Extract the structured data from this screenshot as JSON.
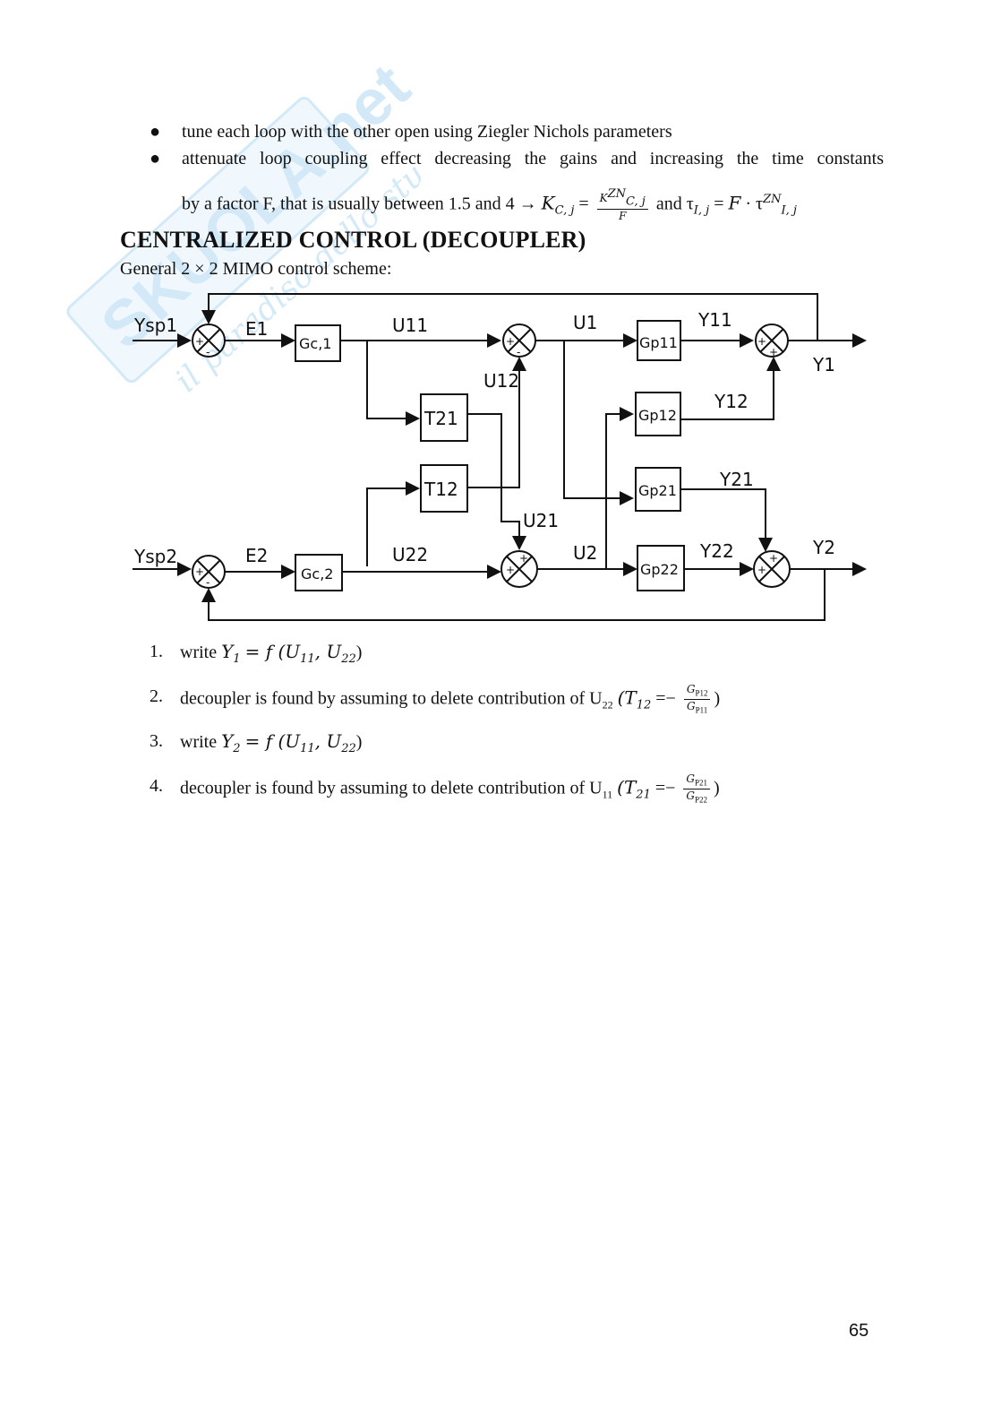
{
  "watermark": {
    "brand": "SKUOLA.net",
    "tagline": "il paradiso dello studente",
    "color": "#3aa0dc"
  },
  "bullets": [
    {
      "dot": "●",
      "text": "tune each loop with the other open using Ziegler Nichols parameters"
    },
    {
      "dot": "●",
      "text": "attenuate loop coupling effect decreasing the gains and increasing the time constants"
    }
  ],
  "formula_line": {
    "text": "by a factor F, that is usually between 1.5 and 4 →",
    "K": "K",
    "K_sub": "C, j",
    "eq": "=",
    "frac_num": "K",
    "frac_num_sup": "ZN",
    "frac_num_sub": "C, j",
    "frac_den": "F",
    "and": "and",
    "tau": "τ",
    "tau_sub": "I, j",
    "eq2": "=",
    "F": "F",
    "dot": "·",
    "tau2": "τ",
    "tau2_sup": "ZN",
    "tau2_sub": "I, j"
  },
  "section_title": "CENTRALIZED CONTROL (DECOUPLER)",
  "intro": "General 2 × 2 MIMO control scheme:",
  "diagram": {
    "labels": {
      "ysp1": "Ysp1",
      "ysp2": "Ysp2",
      "e1": "E1",
      "e2": "E2",
      "gc1": "Gc,1",
      "gc2": "Gc,2",
      "t21": "T21",
      "t12": "T12",
      "gp11": "Gp11",
      "gp12": "Gp12",
      "gp21": "Gp21",
      "gp22": "Gp22",
      "u11": "U11",
      "u12": "U12",
      "u21": "U21",
      "u22": "U22",
      "u1": "U1",
      "u2": "U2",
      "y11": "Y11",
      "y12": "Y12",
      "y21": "Y21",
      "y22": "Y22",
      "y1": "Y1",
      "y2": "Y2",
      "plus": "+",
      "minus": "-"
    }
  },
  "steps": [
    {
      "n": "1.",
      "pre": "write",
      "Y": "Y",
      "Y_sub": "1",
      "mid": "= f (U",
      "u1_sub": "11",
      "comma": ", U",
      "u2_sub": "22",
      "end": ")"
    },
    {
      "n": "2.",
      "text": "decoupler is found by assuming to delete contribution of U",
      "u_sub": "22",
      "open": "(T",
      "T_sub": "12",
      "eq": "=−",
      "num": "G",
      "num_sub": "P12",
      "den": "G",
      "den_sub": "P11",
      "close": ")"
    },
    {
      "n": "3.",
      "pre": "write",
      "Y": "Y",
      "Y_sub": "2",
      "mid": "= f (U",
      "u1_sub": "11",
      "comma": ", U",
      "u2_sub": "22",
      "end": ")"
    },
    {
      "n": "4.",
      "text": "decoupler is found by assuming to delete contribution of U",
      "u_sub": "11",
      "open": "(T",
      "T_sub": "21",
      "eq": "=−",
      "num": "G",
      "num_sub": "P21",
      "den": "G",
      "den_sub": "P22",
      "close": ")"
    }
  ],
  "page_number": "65"
}
